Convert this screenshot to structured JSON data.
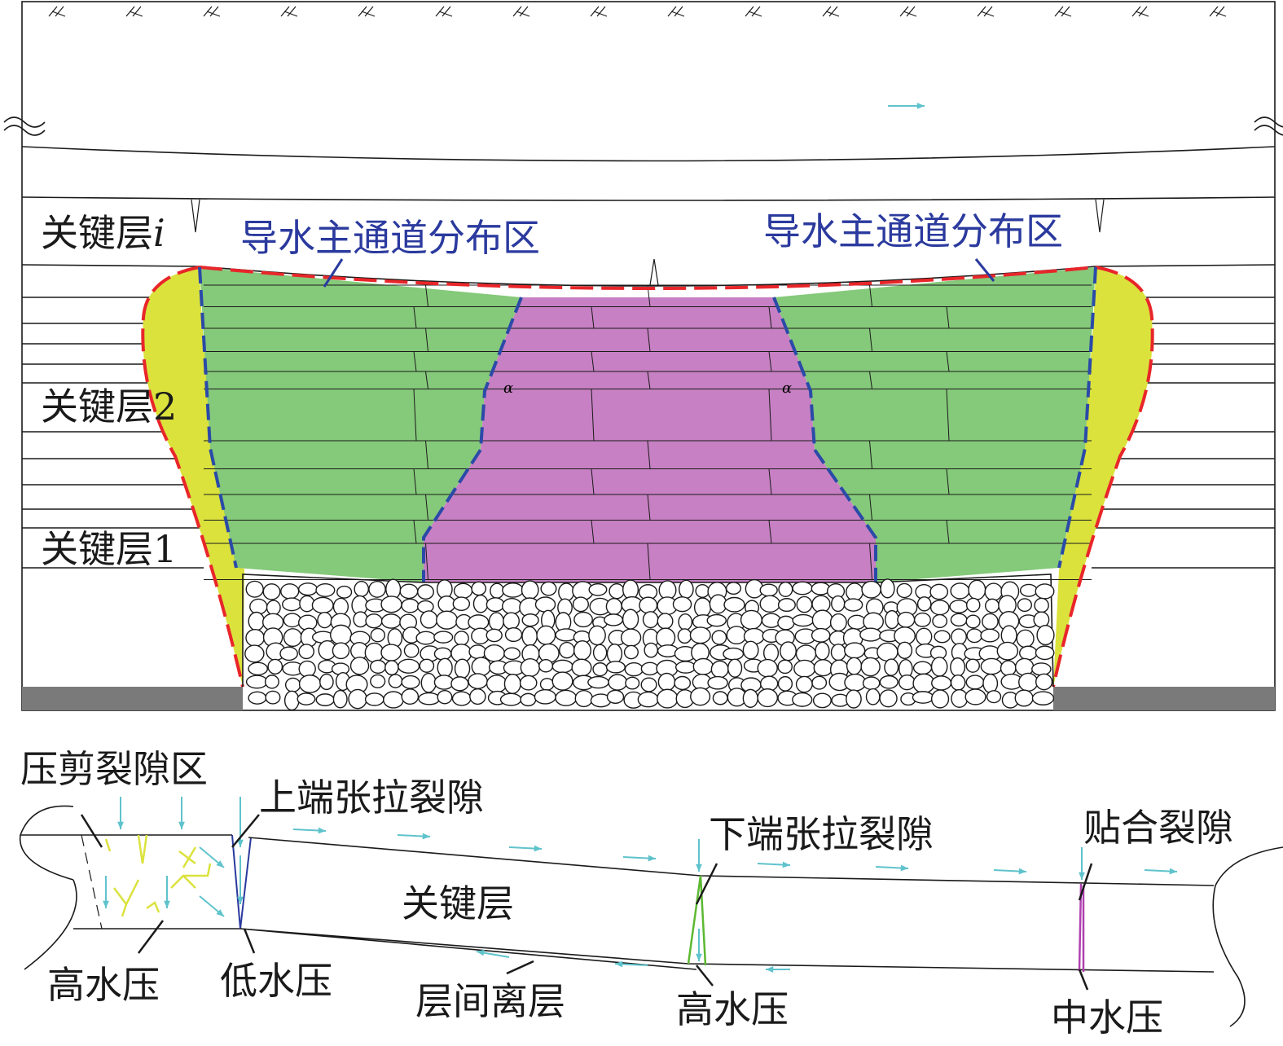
{
  "colors": {
    "green": "#85c97a",
    "purple": "#c780c3",
    "yellow": "#dbe23c",
    "red_dash": "#e8262a",
    "blue_dash": "#2b4aa8",
    "water_arrow": "#5fc3cc",
    "coal": "#7a7a7a"
  },
  "section": {
    "key_layer_i": "关键层",
    "key_layer_i_suffix": "i",
    "key_layer_2": "关键层2",
    "key_layer_1": "关键层1",
    "channel_left": "导水主通道分布区",
    "channel_right": "导水主通道分布区",
    "angle_left": "α",
    "angle_right": "α"
  },
  "detail": {
    "shear_zone": "压剪裂隙区",
    "upper_tension": "上端张拉裂隙",
    "lower_tension": "下端张拉裂隙",
    "closed_fracture": "贴合裂隙",
    "key_layer": "关键层",
    "high_pressure_left": "高水压",
    "low_pressure": "低水压",
    "separation": "层间离层",
    "high_pressure_mid": "高水压",
    "mid_pressure": "中水压"
  }
}
